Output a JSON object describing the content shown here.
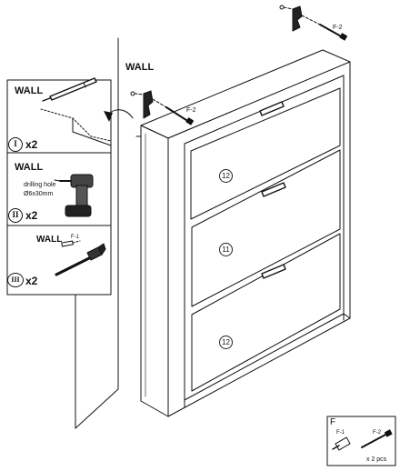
{
  "labels": {
    "wall_main": "WALL",
    "step1_wall": "WALL",
    "step2_wall": "WALL",
    "step3_wall": "WALL",
    "drilling_hole": "drilling hole",
    "drilling_size": "Ø6x30mm",
    "screw_f2_top": "F-2",
    "screw_f2_left": "F-2",
    "anchor_f1_step3": "F-1",
    "parts_title": "F",
    "parts_f1": "F-1",
    "parts_f2": "F-2",
    "parts_qty": "x 2 pcs"
  },
  "steps": [
    {
      "numeral": "I",
      "qty": "x2"
    },
    {
      "numeral": "II",
      "qty": "x2"
    },
    {
      "numeral": "III",
      "qty": "x2"
    }
  ],
  "drawer_callouts": [
    "12",
    "11",
    "12"
  ]
}
